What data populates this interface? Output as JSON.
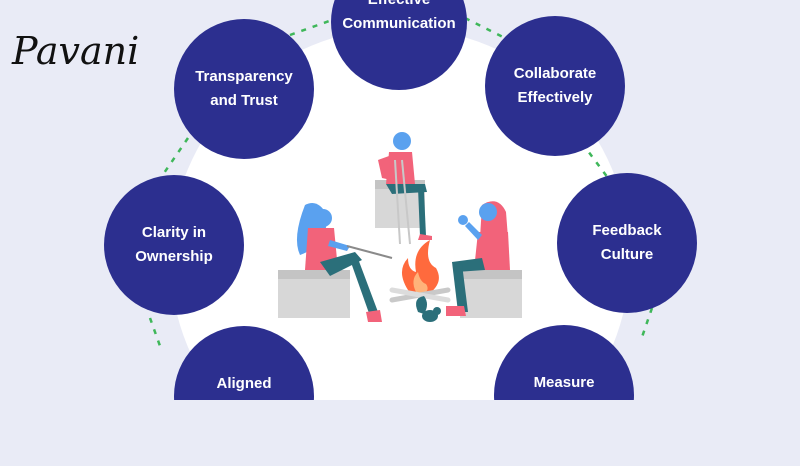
{
  "logo": {
    "text": "Pavani"
  },
  "colors": {
    "background": "#e9ebf6",
    "inner_circle": "#ffffff",
    "node_fill": "#2c2f8f",
    "node_text": "#ffffff",
    "connector": "#3fb75a",
    "person_skin": "#5aa1ef",
    "person_shirt": "#f2637a",
    "person_pants": "#2b6f7a",
    "box": "#d9d9d9",
    "fire": "#ff6a3d"
  },
  "diagram": {
    "center_image": "team-campfire-illustration",
    "nodes": [
      {
        "label": "Effective\nCommunication"
      },
      {
        "label": "Collaborate\nEffectively"
      },
      {
        "label": "Feedback\nCulture"
      },
      {
        "label": "Measure"
      },
      {
        "label": "Aligned"
      },
      {
        "label": "Clarity in\nOwnership"
      },
      {
        "label": "Transparency\nand Trust"
      }
    ]
  }
}
